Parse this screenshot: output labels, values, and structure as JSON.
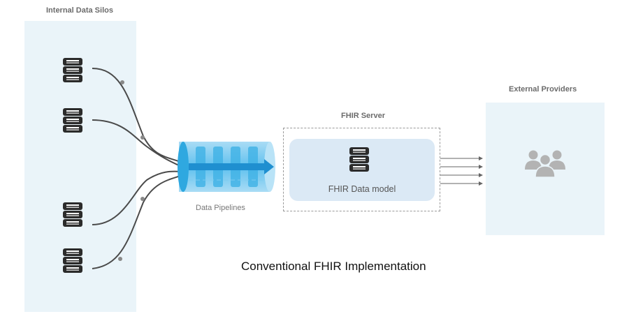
{
  "silos": {
    "title": "Internal Data Silos"
  },
  "pipeline": {
    "label": "Data Pipelines"
  },
  "server": {
    "title": "FHIR Server",
    "model_label": "FHIR Data model"
  },
  "external": {
    "title": "External Providers"
  },
  "caption": "Conventional FHIR Implementation",
  "icons": {
    "database": "database-icon",
    "group": "user-group-icon",
    "pipeline": "pipeline-cylinder-icon"
  },
  "colors": {
    "panel": "#eaf4f9",
    "model_box": "#dbe9f5",
    "pipeline": "#2fa8e0",
    "icon_dark": "#2b2b2b",
    "group": "#b3b3b3"
  }
}
